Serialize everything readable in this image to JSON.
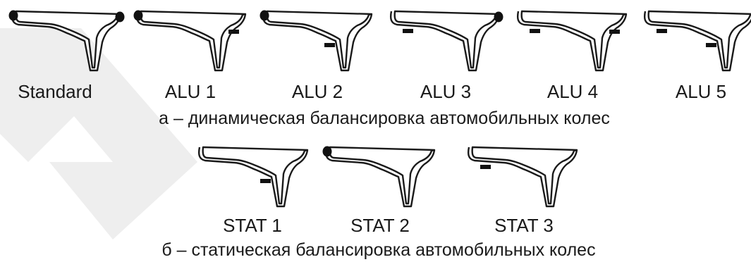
{
  "row_a": {
    "items": [
      {
        "label": "Standard",
        "weights": [
          "clip-left",
          "clip-right"
        ]
      },
      {
        "label": "ALU 1",
        "weights": [
          "clip-left",
          "adhesive-right"
        ]
      },
      {
        "label": "ALU 2",
        "weights": [
          "clip-left",
          "adhesive-inner"
        ]
      },
      {
        "label": "ALU 3",
        "weights": [
          "adhesive-left",
          "clip-right"
        ]
      },
      {
        "label": "ALU 4",
        "weights": [
          "adhesive-left",
          "adhesive-right"
        ]
      },
      {
        "label": "ALU 5",
        "weights": [
          "adhesive-left",
          "adhesive-inner"
        ]
      }
    ],
    "caption": "а – динамическая балансировка автомобильных колес"
  },
  "row_b": {
    "items": [
      {
        "label": "STAT 1",
        "weights": [
          "adhesive-inner"
        ]
      },
      {
        "label": "STAT 2",
        "weights": [
          "clip-left"
        ]
      },
      {
        "label": "STAT 3",
        "weights": [
          "adhesive-left"
        ]
      }
    ],
    "caption": "б – статическая балансировка автомобильных колес"
  },
  "colors": {
    "line": "#1a1a1a",
    "weight": "#111111",
    "watermark": "#eeeeee"
  }
}
